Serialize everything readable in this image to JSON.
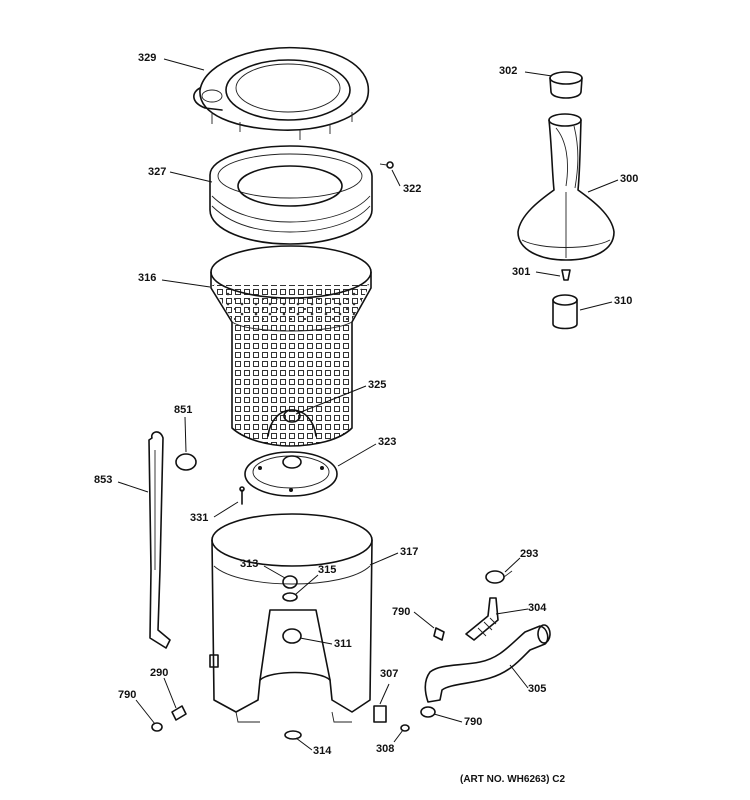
{
  "callouts": {
    "c329": "329",
    "c302": "302",
    "c327": "327",
    "c322": "322",
    "c300": "300",
    "c316": "316",
    "c301": "301",
    "c310": "310",
    "c325": "325",
    "c851": "851",
    "c323": "323",
    "c853": "853",
    "c331": "331",
    "c317": "317",
    "c293": "293",
    "c313": "313",
    "c315": "315",
    "c304": "304",
    "c790a": "790",
    "c311": "311",
    "c307": "307",
    "c290": "290",
    "c305": "305",
    "c790b": "790",
    "c790c": "790",
    "c314": "314",
    "c308": "308"
  },
  "art_number": "(ART NO. WH6263)  C2"
}
